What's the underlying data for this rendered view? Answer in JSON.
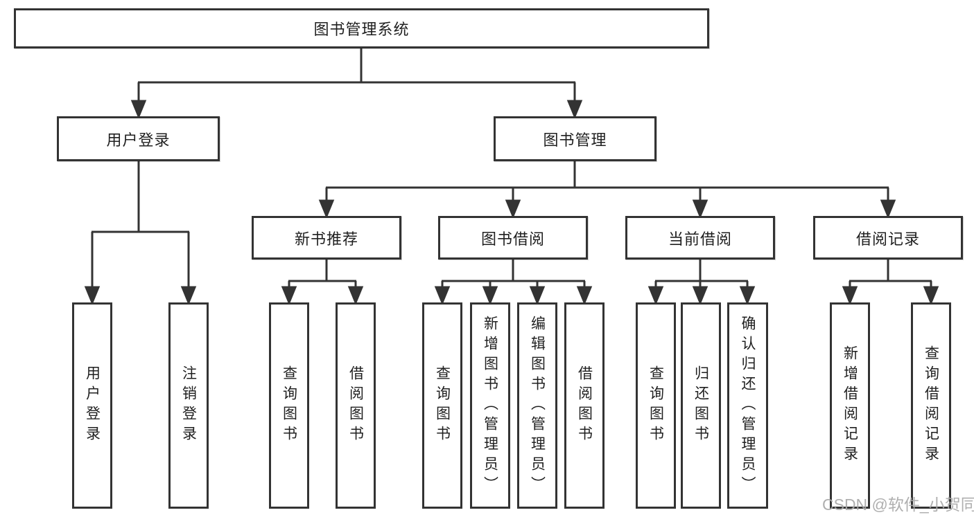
{
  "diagram": {
    "type": "function-structure-tree",
    "line_color": "#333333",
    "box_border_color": "#333333",
    "text_color": "#1f1f1f",
    "background_color": "#ffffff"
  },
  "tree": {
    "root": {
      "label": "图书管理系统"
    },
    "children": [
      {
        "label": "用户登录",
        "children": [
          {
            "label": "用户登录"
          },
          {
            "label": "注销登录"
          }
        ]
      },
      {
        "label": "图书管理",
        "children": [
          {
            "label": "新书推荐",
            "children": [
              {
                "label": "查询图书"
              },
              {
                "label": "借阅图书"
              }
            ]
          },
          {
            "label": "图书借阅",
            "children": [
              {
                "label": "查询图书"
              },
              {
                "label": "新增图书（管理员）"
              },
              {
                "label": "编辑图书（管理员）"
              },
              {
                "label": "借阅图书"
              }
            ]
          },
          {
            "label": "当前借阅",
            "children": [
              {
                "label": "查询图书"
              },
              {
                "label": "归还图书"
              },
              {
                "label": "确认归还（管理员）"
              }
            ]
          },
          {
            "label": "借阅记录",
            "children": [
              {
                "label": "新增借阅记录"
              },
              {
                "label": "查询借阅记录"
              }
            ]
          }
        ]
      }
    ]
  },
  "watermark": {
    "text": "CSDN @软件_小贺同学",
    "color": "#a8a8a8"
  }
}
